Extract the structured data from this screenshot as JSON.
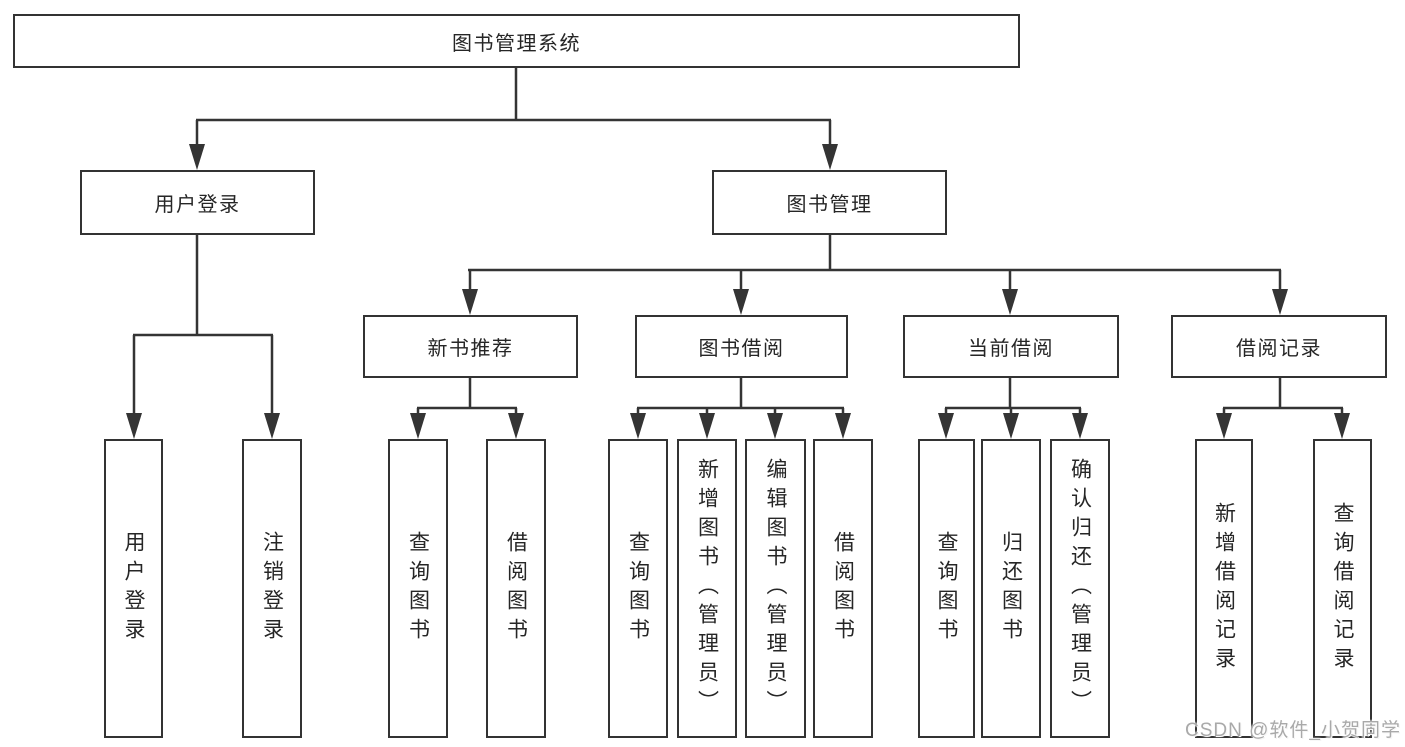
{
  "tree": {
    "root": {
      "label": "图书管理系统"
    },
    "level2": [
      {
        "label": "用户登录"
      },
      {
        "label": "图书管理"
      }
    ],
    "level3": [
      {
        "label": "新书推荐",
        "parent": "图书管理"
      },
      {
        "label": "图书借阅",
        "parent": "图书管理"
      },
      {
        "label": "当前借阅",
        "parent": "图书管理"
      },
      {
        "label": "借阅记录",
        "parent": "图书管理"
      }
    ],
    "leaves": [
      {
        "label": "用户登录",
        "parent": "用户登录"
      },
      {
        "label": "注销登录",
        "parent": "用户登录"
      },
      {
        "label": "查询图书",
        "parent": "新书推荐"
      },
      {
        "label": "借阅图书",
        "parent": "新书推荐"
      },
      {
        "label": "查询图书",
        "parent": "图书借阅"
      },
      {
        "label": "新增图书（管理员）",
        "parent": "图书借阅"
      },
      {
        "label": "编辑图书（管理员）",
        "parent": "图书借阅"
      },
      {
        "label": "借阅图书",
        "parent": "图书借阅"
      },
      {
        "label": "查询图书",
        "parent": "当前借阅"
      },
      {
        "label": "归还图书",
        "parent": "当前借阅"
      },
      {
        "label": "确认归还（管理员）",
        "parent": "当前借阅"
      },
      {
        "label": "新增借阅记录",
        "parent": "借阅记录"
      },
      {
        "label": "查询借阅记录",
        "parent": "借阅记录"
      }
    ]
  },
  "watermark": {
    "text": "CSDN @软件_小贺同学"
  },
  "colors": {
    "line": "#343434",
    "box_border": "#333333",
    "text": "#262626",
    "watermark": "#a9a9a9",
    "background": "#ffffff"
  }
}
